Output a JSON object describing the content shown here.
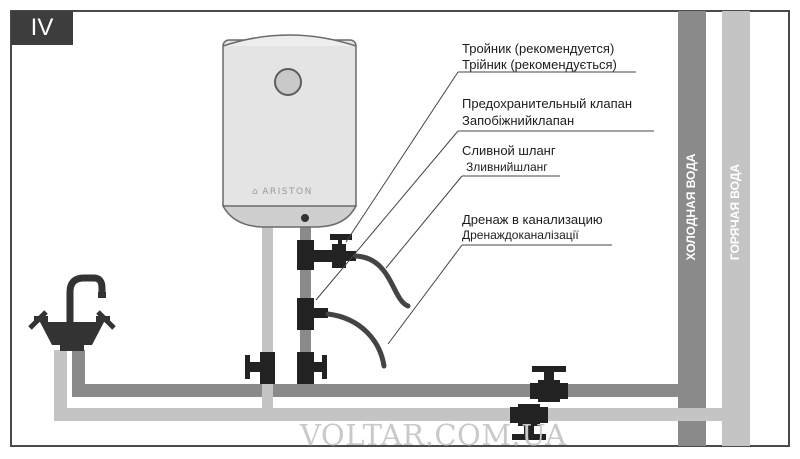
{
  "panel": {
    "number": "IV"
  },
  "heater": {
    "brand": "ARISTON",
    "logo_icon": "house-icon"
  },
  "labels": {
    "tee_ru": "Тройник (рекомендуется)",
    "tee_ua": "Трійник (рекомендується)",
    "safety_ru": "Предохранительный клапан",
    "safety_ua": "Запобіжнийклапан",
    "hose_ru": "Сливной шланг",
    "hose_ua": "Зливнийшланг",
    "drain_ru": "Дренаж в канализацию",
    "drain_ua": "Дренаждоканалізації"
  },
  "risers": {
    "cold": "ХОЛОДНАЯ ВОДА",
    "hot": "ГОРЯЧАЯ ВОДА"
  },
  "colors": {
    "cold_pipe": "#8a8a8a",
    "hot_pipe": "#c4c4c4",
    "fittings": "#222222",
    "frame": "#4a4a4a"
  },
  "watermark": "VOLTAR.COM.UA"
}
